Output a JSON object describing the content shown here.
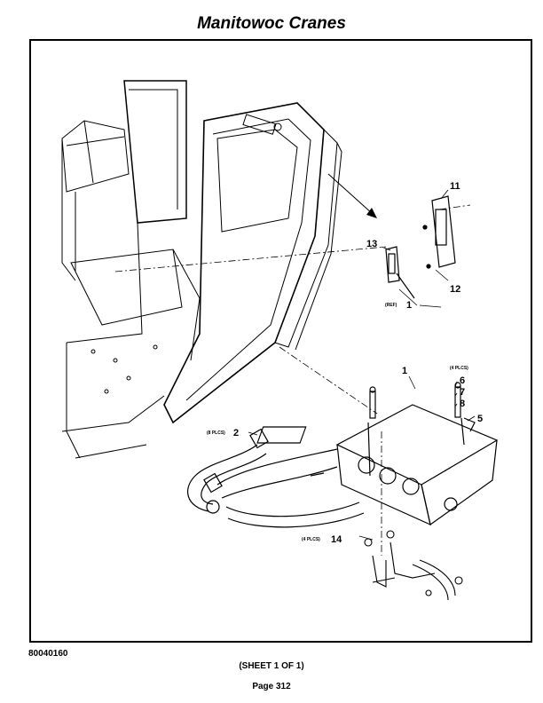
{
  "header": {
    "title": "Manitowoc Cranes"
  },
  "footer": {
    "drawing_number": "80040160",
    "sheet": "(SHEET 1 OF 1)",
    "page": "Page 312"
  },
  "callouts": {
    "c1_top": "1",
    "c1_ref_label": "(REF)",
    "c1_ref_num": "1",
    "c2_label": "(8 PLCS)",
    "c2_num": "2",
    "c5": "5",
    "c6_label": "(4 PLCS)",
    "c6": "6",
    "c7": "7",
    "c8": "8",
    "c11": "11",
    "c12": "12",
    "c13": "13",
    "c14_label": "(4 PLCS)",
    "c14_num": "14"
  }
}
